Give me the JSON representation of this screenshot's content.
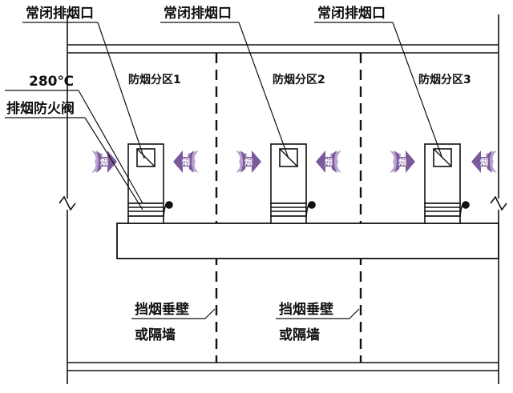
{
  "labels": {
    "outlet_1": "常闭排烟口",
    "outlet_2": "常闭排烟口",
    "outlet_3": "常闭排烟口",
    "temperature": "280℃",
    "fire_damper": "排烟防火阀",
    "zone_1": "防烟分区1",
    "zone_2": "防烟分区2",
    "zone_3": "防烟分区3",
    "barrier_1_line1": "挡烟垂壁",
    "barrier_1_line2": "或隔墙",
    "barrier_2_line1": "挡烟垂壁",
    "barrier_2_line2": "或隔墙"
  },
  "smoke_arrow_text": "烟",
  "colors": {
    "line": "#111111",
    "smoke_arrow": "#7a5a9a",
    "smoke_arrow_light": "#b9a2d0",
    "background": "#ffffff"
  }
}
